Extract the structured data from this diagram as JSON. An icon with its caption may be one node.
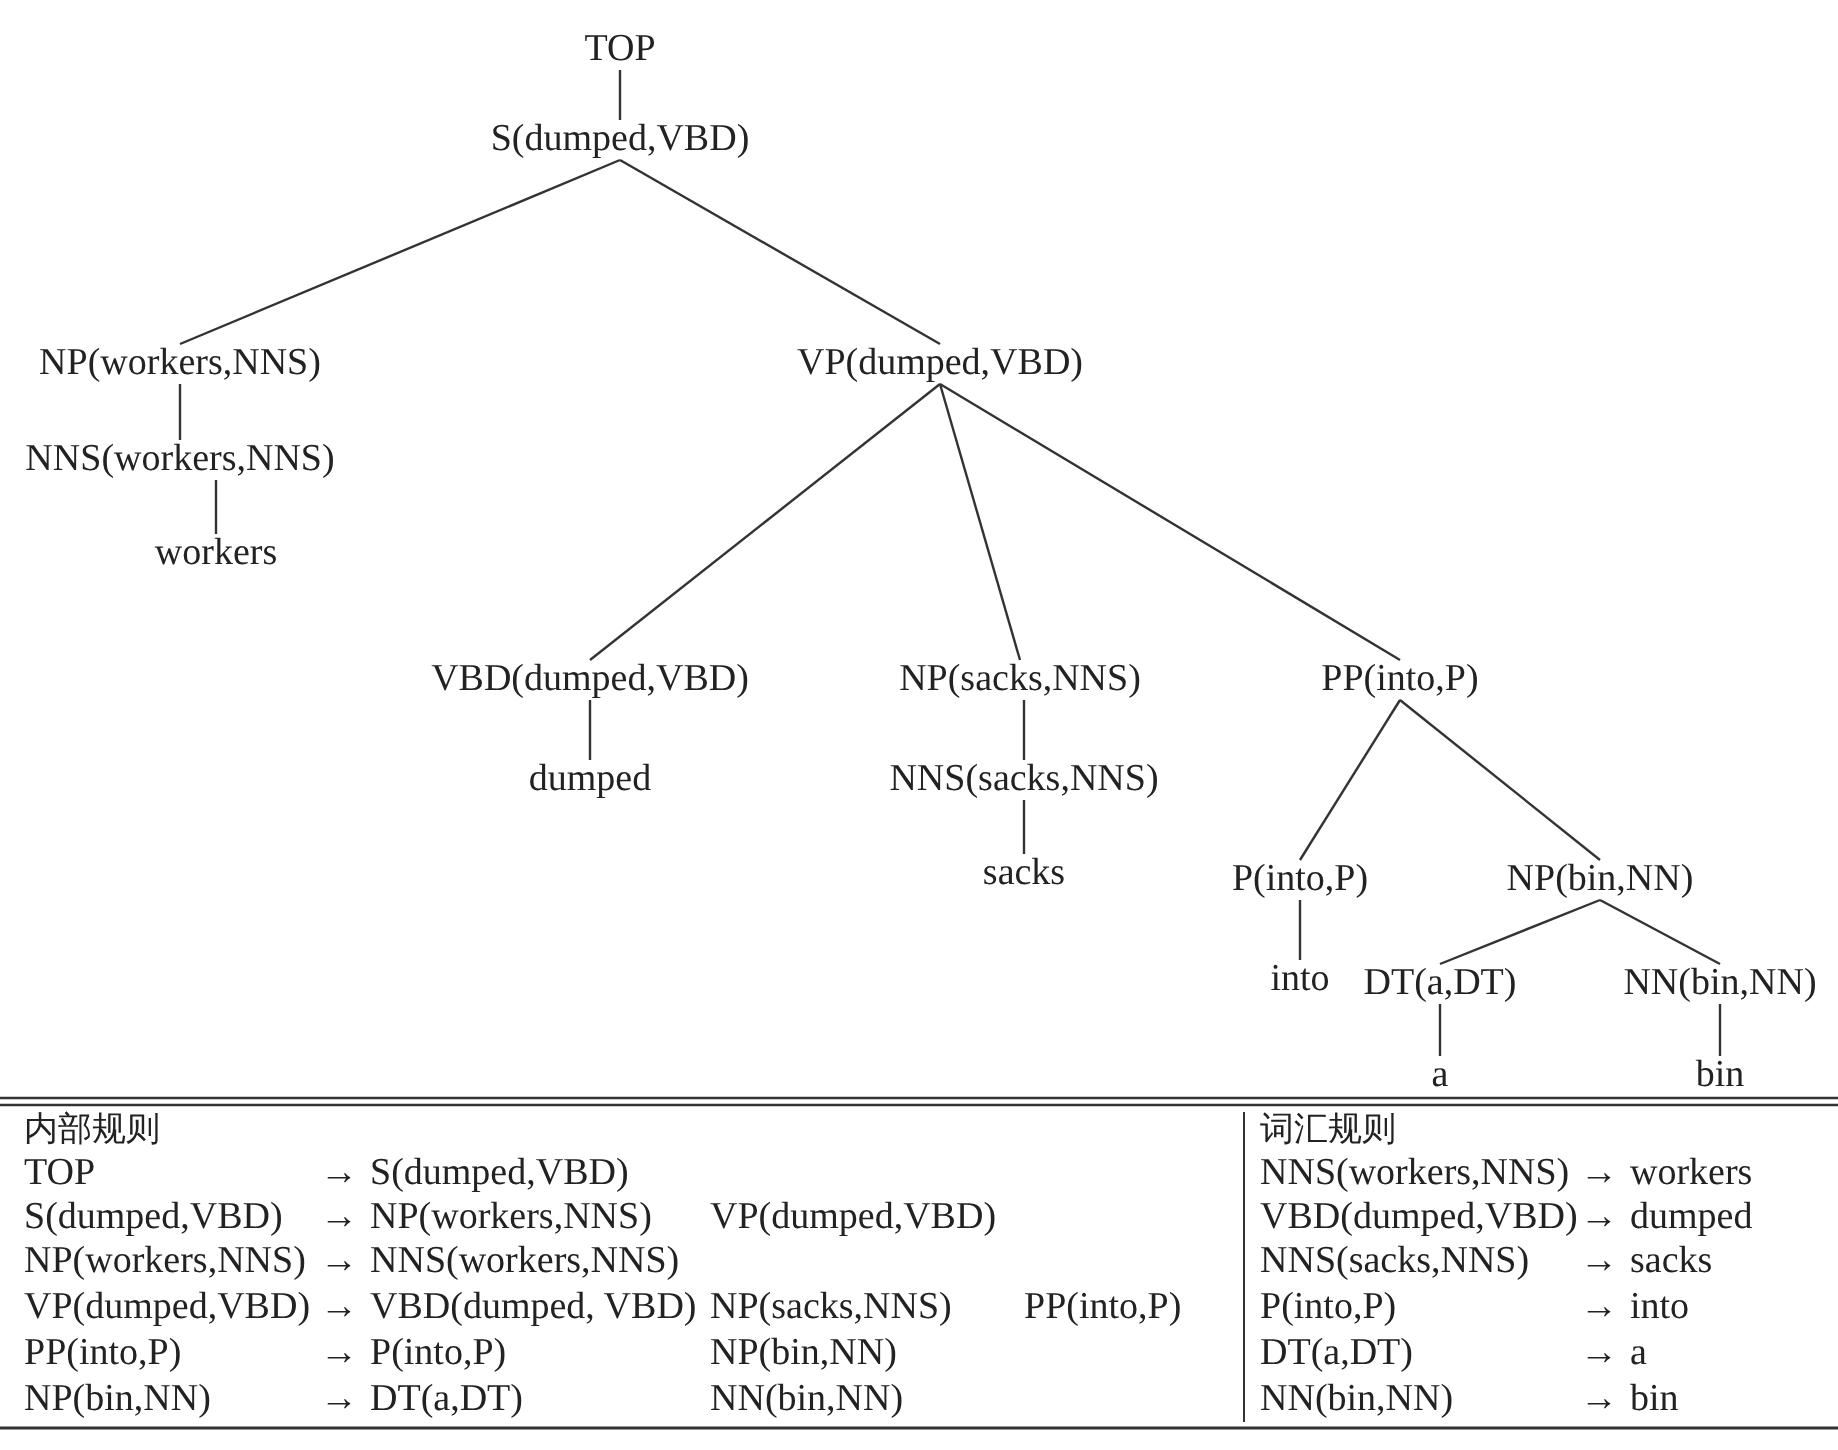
{
  "diagram": {
    "nodes": [
      {
        "text": [
          "TOP"
        ]
      },
      {
        "text": [
          "S(dumped,VBD)"
        ]
      },
      {
        "text": [
          "NP(workers,NNS)"
        ]
      },
      {
        "text": [
          "VP(dumped,VBD)"
        ]
      },
      {
        "text": [
          "NNS(workers,NNS)"
        ]
      },
      {
        "text": [
          "workers"
        ]
      },
      {
        "text": [
          "VBD(dumped,VBD)"
        ]
      },
      {
        "text": [
          "NP(sacks,NNS)"
        ]
      },
      {
        "text": [
          "PP(into,P)"
        ]
      },
      {
        "text": [
          "dumped"
        ]
      },
      {
        "text": [
          "NNS(sacks,NNS)"
        ]
      },
      {
        "text": [
          "P(into,P)"
        ]
      },
      {
        "text": [
          "NP(bin,NN)"
        ]
      },
      {
        "text": [
          "sacks"
        ]
      },
      {
        "text": [
          "into"
        ]
      },
      {
        "text": [
          "DT(a,DT)"
        ]
      },
      {
        "text": [
          "NN(bin,NN)"
        ]
      },
      {
        "text": [
          "a"
        ]
      },
      {
        "text": [
          "bin"
        ]
      }
    ],
    "edges": [
      {
        "from": 0,
        "to": 1,
        "arrow": "none"
      },
      {
        "from": 1,
        "to": 2,
        "arrow": "none"
      },
      {
        "from": 1,
        "to": 3,
        "arrow": "none"
      },
      {
        "from": 2,
        "to": 4,
        "arrow": "none"
      },
      {
        "from": 4,
        "to": 5,
        "arrow": "none"
      },
      {
        "from": 3,
        "to": 6,
        "arrow": "none"
      },
      {
        "from": 3,
        "to": 7,
        "arrow": "none"
      },
      {
        "from": 3,
        "to": 8,
        "arrow": "none"
      },
      {
        "from": 6,
        "to": 9,
        "arrow": "none"
      },
      {
        "from": 7,
        "to": 10,
        "arrow": "none"
      },
      {
        "from": 8,
        "to": 11,
        "arrow": "none"
      },
      {
        "from": 8,
        "to": 12,
        "arrow": "none"
      },
      {
        "from": 10,
        "to": 13,
        "arrow": "none"
      },
      {
        "from": 11,
        "to": 14,
        "arrow": "none"
      },
      {
        "from": 12,
        "to": 15,
        "arrow": "none"
      },
      {
        "from": 12,
        "to": 16,
        "arrow": "none"
      },
      {
        "from": 15,
        "to": 17,
        "arrow": "none"
      },
      {
        "from": 16,
        "to": 18,
        "arrow": "none"
      }
    ],
    "labels": [
      "内部规则",
      "词汇规则",
      "TOP",
      "→",
      "S(dumped,VBD)",
      "NNS(workers,NNS)",
      "→",
      "workers",
      "S(dumped,VBD)",
      "→",
      "NP(workers,NNS)",
      "VP(dumped,VBD)",
      "VBD(dumped,VBD)",
      "→",
      "dumped",
      "NP(workers,NNS)",
      "→",
      "NNS(workers,NNS)",
      "NNS(sacks,NNS)",
      "→",
      "sacks",
      "VP(dumped,VBD)",
      "→",
      "VBD(dumped, VBD)",
      "NP(sacks,NNS)",
      "PP(into,P)",
      "P(into,P)",
      "→",
      "into",
      "PP(into,P)",
      "→",
      "P(into,P)",
      "NP(bin,NN)",
      "DT(a,DT)",
      "→",
      "a",
      "NP(bin,NN)",
      "→",
      "DT(a,DT)",
      "NN(bin,NN)",
      "NN(bin,NN)",
      "→",
      "bin"
    ]
  }
}
